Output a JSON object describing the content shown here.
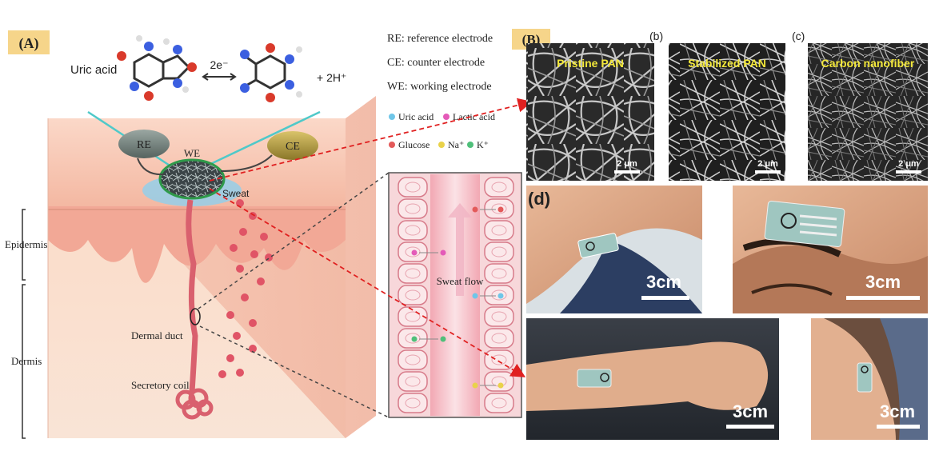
{
  "panel_a": {
    "label": "(A)",
    "reaction": {
      "reactant": "Uric acid",
      "electrons": "2e⁻",
      "product_extra": "+ 2H⁺"
    },
    "legend": {
      "re": "RE: reference  electrode",
      "ce": "CE: counter  electrode",
      "we": "WE: working  electrode"
    },
    "species": [
      {
        "label": "Uric acid",
        "color": "#6fc6e8"
      },
      {
        "label": "Lactic acid",
        "color": "#e45ab8"
      },
      {
        "label": "Glucose",
        "color": "#e35a5a"
      },
      {
        "label": "Na⁺",
        "color": "#e9d24a"
      },
      {
        "label": "K⁺",
        "color": "#4fbf7a"
      }
    ],
    "electrodes": {
      "re": "RE",
      "we": "WE",
      "ce": "CE"
    },
    "labels": {
      "sweat": "Sweat",
      "epidermis": "Epidermis",
      "dermis": "Dermis",
      "dermal_duct": "Dermal duct",
      "secretory_coil": "Secretory coil",
      "sweat_flow": "Sweat flow"
    }
  },
  "panel_b": {
    "label": "(B)",
    "sub_b": "(b)",
    "sub_c": "(c)",
    "sub_d": "(d)",
    "sem_images": [
      {
        "title": "Pristine PAN",
        "scale": "2 μm"
      },
      {
        "title": "Stabilized PAN",
        "scale": "2 μm"
      },
      {
        "title": "Carbon nanofiber",
        "scale": "2 μm"
      }
    ],
    "photos": [
      {
        "subject": "neck",
        "scale": "3cm"
      },
      {
        "subject": "forehead",
        "scale": "3cm"
      },
      {
        "subject": "forearm",
        "scale": "3cm"
      },
      {
        "subject": "upper-arm",
        "scale": "3cm"
      }
    ]
  },
  "colors": {
    "label_box": "#f6d58a",
    "arrow": "#e02020",
    "sem_text": "#f3e83a",
    "skin": "#f7c7b2",
    "tissue": "#f2a896"
  }
}
